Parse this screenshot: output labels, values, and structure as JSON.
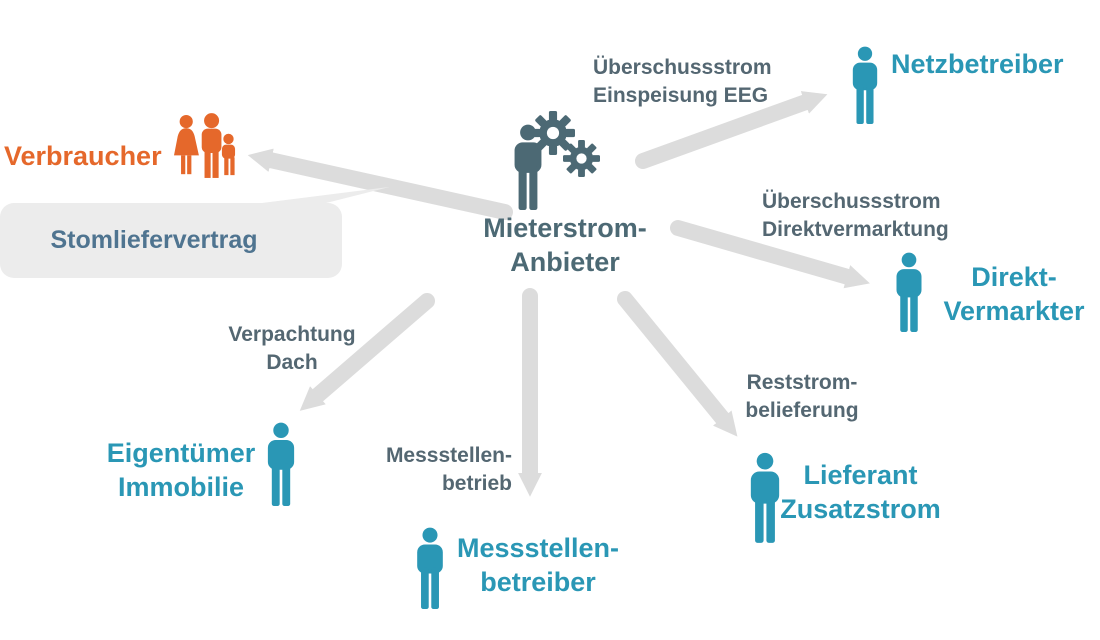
{
  "colors": {
    "teal_accent": "#2A97B5",
    "orange_accent": "#E5682B",
    "slate_center": "#4C6974",
    "edge_label_text": "#546772",
    "bubble_text": "#4F7490",
    "arrow_gray": "#DCDCDC",
    "bubble_gray": "#ECECEC"
  },
  "center": {
    "label": "Mieterstrom-\nAnbieter",
    "icon": "person-with-gears-icon"
  },
  "bubble": {
    "label": "Stomliefervertrag"
  },
  "nodes": {
    "verbraucher": {
      "label": "Verbraucher",
      "icon": "family-icon"
    },
    "netzbetreiber": {
      "label": "Netzbetreiber",
      "icon": "person-icon"
    },
    "direkt_vermarkter": {
      "label": "Direkt-\nVermarkter",
      "icon": "person-icon"
    },
    "lieferant_zusatzstrom": {
      "label": "Lieferant\nZusatzstrom",
      "icon": "person-icon"
    },
    "messstellenbetreiber": {
      "label": "Messstellen-\nbetreiber",
      "icon": "person-icon"
    },
    "eigentuemer_immobilie": {
      "label": "Eigentümer\nImmobilie",
      "icon": "person-icon"
    }
  },
  "edge_labels": {
    "einspeisung_eeg": "Überschussstrom\nEinspeisung EEG",
    "direktvermarktung": "Überschussstrom\nDirektvermarktung",
    "reststrombelieferung": "Reststrom-\nbelieferung",
    "messstellenbetrieb": "Messstellen-\nbetrieb",
    "verpachtung_dach": "Verpachtung\nDach"
  }
}
